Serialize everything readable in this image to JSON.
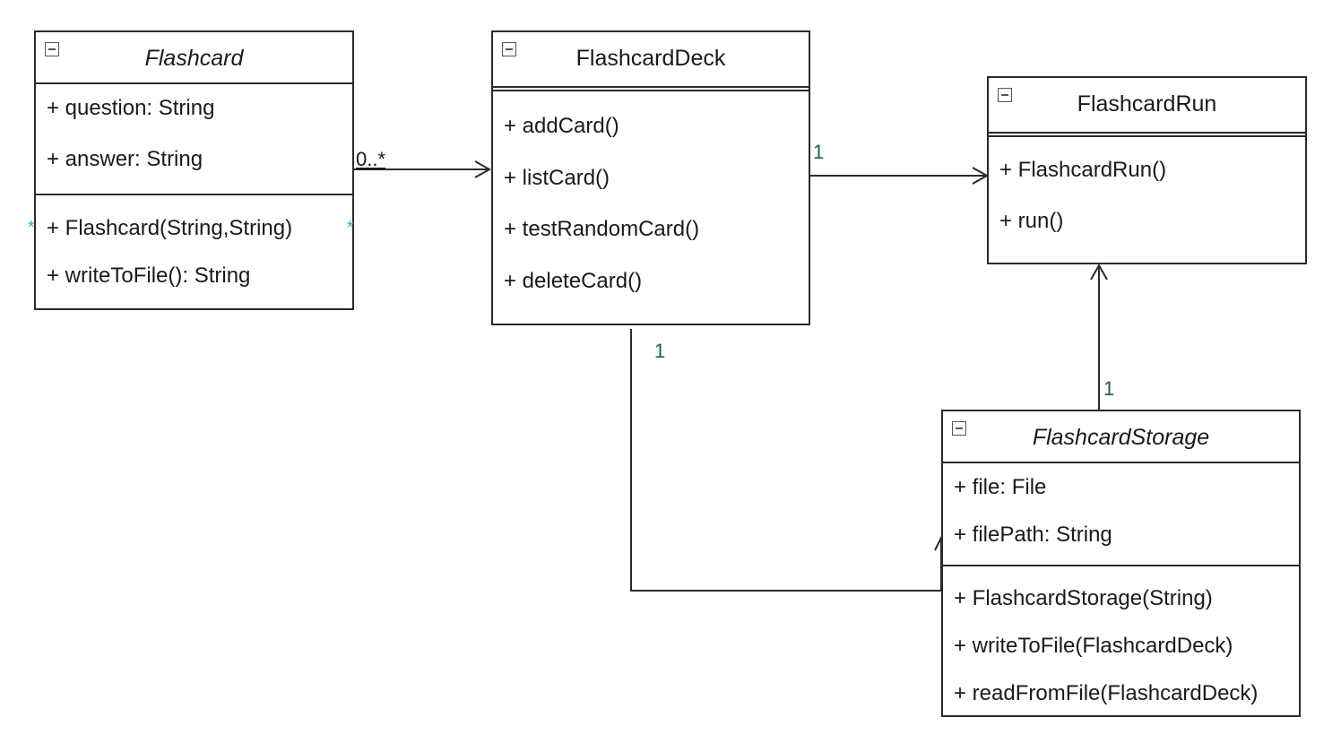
{
  "classes": {
    "flashcard": {
      "name": "Flashcard",
      "attributes": [
        "+ question: String",
        "+ answer: String"
      ],
      "operations": [
        "+ Flashcard(String,String)",
        "+ writeToFile(): String"
      ]
    },
    "deck": {
      "name": "FlashcardDeck",
      "attributes": [],
      "operations": [
        "+ addCard()",
        "+ listCard()",
        "+ testRandomCard()",
        "+ deleteCard()"
      ]
    },
    "run": {
      "name": "FlashcardRun",
      "attributes": [],
      "operations": [
        "+ FlashcardRun()",
        "+ run()"
      ]
    },
    "storage": {
      "name": "FlashcardStorage",
      "attributes": [
        "+ file: File",
        "+ filePath: String"
      ],
      "operations": [
        "+ FlashcardStorage(String)",
        "+ writeToFile(FlashcardDeck)",
        "+ readFromFile(FlashcardDeck)"
      ]
    }
  },
  "multiplicities": {
    "flashcard_to_deck": "0..*",
    "deck_to_run": "1",
    "deck_to_storage": "1",
    "storage_to_run": "1"
  },
  "selection_marker": "*",
  "colors": {
    "line": "#2a2a2a",
    "multiplicity_green": "#1e5f3e",
    "selection_blue": "#41a9d4"
  },
  "icons": {
    "collapse": "collapse-minus-icon",
    "arrowhead": "open-arrowhead-icon"
  }
}
